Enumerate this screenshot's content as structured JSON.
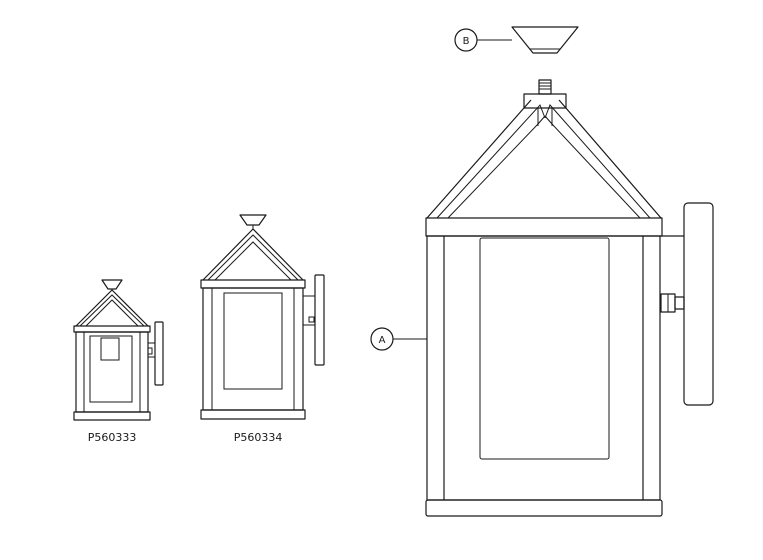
{
  "models": [
    {
      "id": "small",
      "label": "P560333"
    },
    {
      "id": "medium",
      "label": "P560334"
    }
  ],
  "callouts": [
    {
      "letter": "A",
      "part": "lantern-body"
    },
    {
      "letter": "B",
      "part": "top-cap"
    }
  ]
}
